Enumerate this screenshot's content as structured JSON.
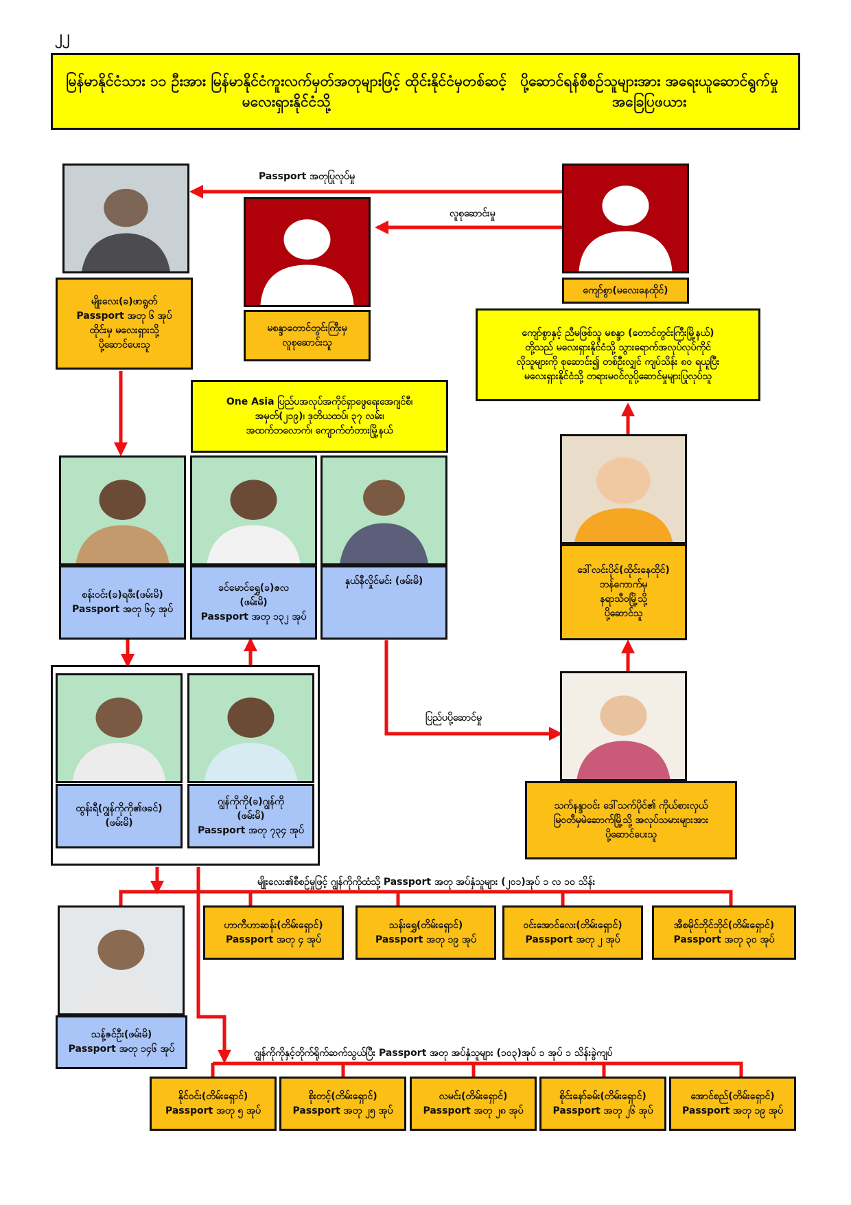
{
  "page_number": "၂၂",
  "title": {
    "line1": "မြန်မာနိုင်ငံသား ၁၁ ဦးအား မြန်မာနိုင်ငံကူးလက်မှတ်အတုများဖြင့် ထိုင်းနိုင်ငံမှတစ်ဆင့် မလေးရှားနိုင်ငံသို့",
    "line2": "ပို့ဆောင်ရန်စီစဉ်သူများအား အရေးယူဆောင်ရွက်မှုအခြေပြဖယား"
  },
  "edge_labels": {
    "passport_fake": "Passport အတုပြုလုပ်မှု",
    "recruit": "လူစုဆောင်းမှု",
    "smuggle": "ပြည်ပပို့ဆောင်မှု",
    "branch1": "မျိုးလေး၏စီစဉ်မှုဖြင့် ဂျွန်ကိုကိုထံသို့ Passport  အတု အပ်နှံသူများ (၂၀၁)အုပ် ၁ လ ၁၀ သိန်း",
    "branch2": "ဂျွန်ကိုကိုနှင့်တိုက်ရိုက်ဆက်သွယ်ပြီး Passport အတု အပ်နှံသူများ (၁၀၃)အုပ် ၁ အုပ် ၁ သိန်းခွဲကျပ်"
  },
  "nodes": {
    "myolay": {
      "line1": "မျိုးလေး(ခ)ဖာရွတ်",
      "line2": "Passport  အတု ၆ အုပ်",
      "line3": "ထိုင်းမှ မလေးရှားသို့",
      "line4": "ပို့ဆောင်ပေးသူ"
    },
    "recruiter": {
      "line1": "မစန္ဒာတောင်တွင်းကြီးမှ",
      "line2": "လူစုဆောင်းသူ"
    },
    "kyawsitwa": {
      "line1": "ကျော်စွာ(မလေးနေထိုင်)"
    },
    "kyawsitwa_desc": {
      "line1": "ကျော်စွာနှင့် ညီမဖြစ်သူ မစန္ဒာ (တောင်တွင်းကြီးမြို့နယ်)",
      "line2": "တို့သည် မလေးရှားနိုင်ငံသို့ သွားရောက်အလုပ်လုပ်ကိုင်",
      "line3": "လိုသူများကို စုဆောင်း၍ တစ်ဦးလျှင် ကျပ်သိန်း ၈၀ ရယူပြီး",
      "line4": "မလေးရှားနိုင်ငံသို့ တရားမဝင်လူပို့ဆောင်မှုများပြုလုပ်သူ"
    },
    "agency": {
      "line1": "One Asia ပြည်ပအလုပ်အကိုင်ရှာဖွေရေးအေဂျင်စီ၊",
      "line2": "အမှတ်(၂၁၉)၊ ဒုတိယထပ်၊ ၃၇ လမ်း၊",
      "line3": "အထက်ဘလောက်၊ ကျောက်တံတားမြို့နယ်"
    },
    "sanwin": {
      "line1": "စန်းဝင်း(ခ)ရဖီး(ဖမ်းမိ)",
      "line2": "Passport  အတု ၆၄ အုပ်"
    },
    "khinmaung": {
      "line1": "ခင်မောင်ရွှေ(ခ)ဇလ",
      "line2": "(ဖမ်းမိ)",
      "line3": "Passport အတု ၁၃၂ အုပ်"
    },
    "hnin": {
      "line1": "နှယ်နီလှိုင်မင်း (ဖမ်းမိ)"
    },
    "dawlin": {
      "line1": "ဒေါ်လင်းပိုင်(ထိုင်းနေထိုင်)",
      "line2": "ဘန်ကောက်မှ",
      "line3": "နရာသီဝမြို့သို့",
      "line4": "ပို့ဆောင်သူ"
    },
    "htun": {
      "line1": "ထွန်းရီ(ဂျွန်ကိုကို၏ဖခင်)",
      "line2": "(ဖမ်းမိ)"
    },
    "john": {
      "line1": "ဂျွန်ကိုကို(ခ)ဂျွန်ကို",
      "line2": "(ဖမ်းမိ)",
      "line3": "Passport အတု ၇၃၄ အုပ်"
    },
    "sabai": {
      "line1": "သက်နန္ဒာဝင်း ဒေါ်သက်ပိုင်၏ ကိုယ်စားလှယ်",
      "line2": "မြဝတီမှမဲဆောက်မြို့သို့ အလုပ်သမားများအား",
      "line3": "ပို့ဆောင်ပေးသူ"
    },
    "than": {
      "line1": "သန့်ဇင်ဦး(ဖမ်းမိ)",
      "line2": "Passport အတု ၁၄၆ အုပ်"
    }
  },
  "branch1_boxes": [
    {
      "name": "ဟာကီဟာဆန်း(တိမ်းရှောင်)",
      "count": "Passport အတု ၄ အုပ်"
    },
    {
      "name": "သန်းရွှေ(တိမ်းရှောင်)",
      "count": "Passport  အတု ၁၉ အုပ်"
    },
    {
      "name": "ဝင်းအောင်လေး(တိမ်းရှောင်)",
      "count": "Passport  အတု ၂ အုပ်"
    },
    {
      "name": "အီစမိုင်ဘိုင်ဘိုင်(တိမ်းရှောင်)",
      "count": "Passport အတု ၃၀ အုပ်"
    }
  ],
  "branch2_boxes": [
    {
      "name": "နိုင်ဝင်း(တိမ်းရှောင်)",
      "count": "Passport  အတု ၅ အုပ်"
    },
    {
      "name": "စိုးတင့်(တိမ်းရှောင်)",
      "count": "Passport  အတု ၂၅ အုပ်"
    },
    {
      "name": "လမင်း(တိမ်းရှောင်)",
      "count": "Passport  အတု ၂၈ အုပ်"
    },
    {
      "name": "စိုင်းနော်ခမ်း(တိမ်းရှောင်)",
      "count": "Passport  အတု ၂၆ အုပ်"
    },
    {
      "name": "အောင်စည်(တိမ်းရှောင်)",
      "count": "Passport  အတု ၁၉ အုပ်"
    }
  ],
  "colors": {
    "arrow": "#ee1111",
    "orange": "#fbbf15",
    "blue": "#a9c4f7",
    "yellow": "#ffff00",
    "placeholder_red": "#b0000a"
  }
}
